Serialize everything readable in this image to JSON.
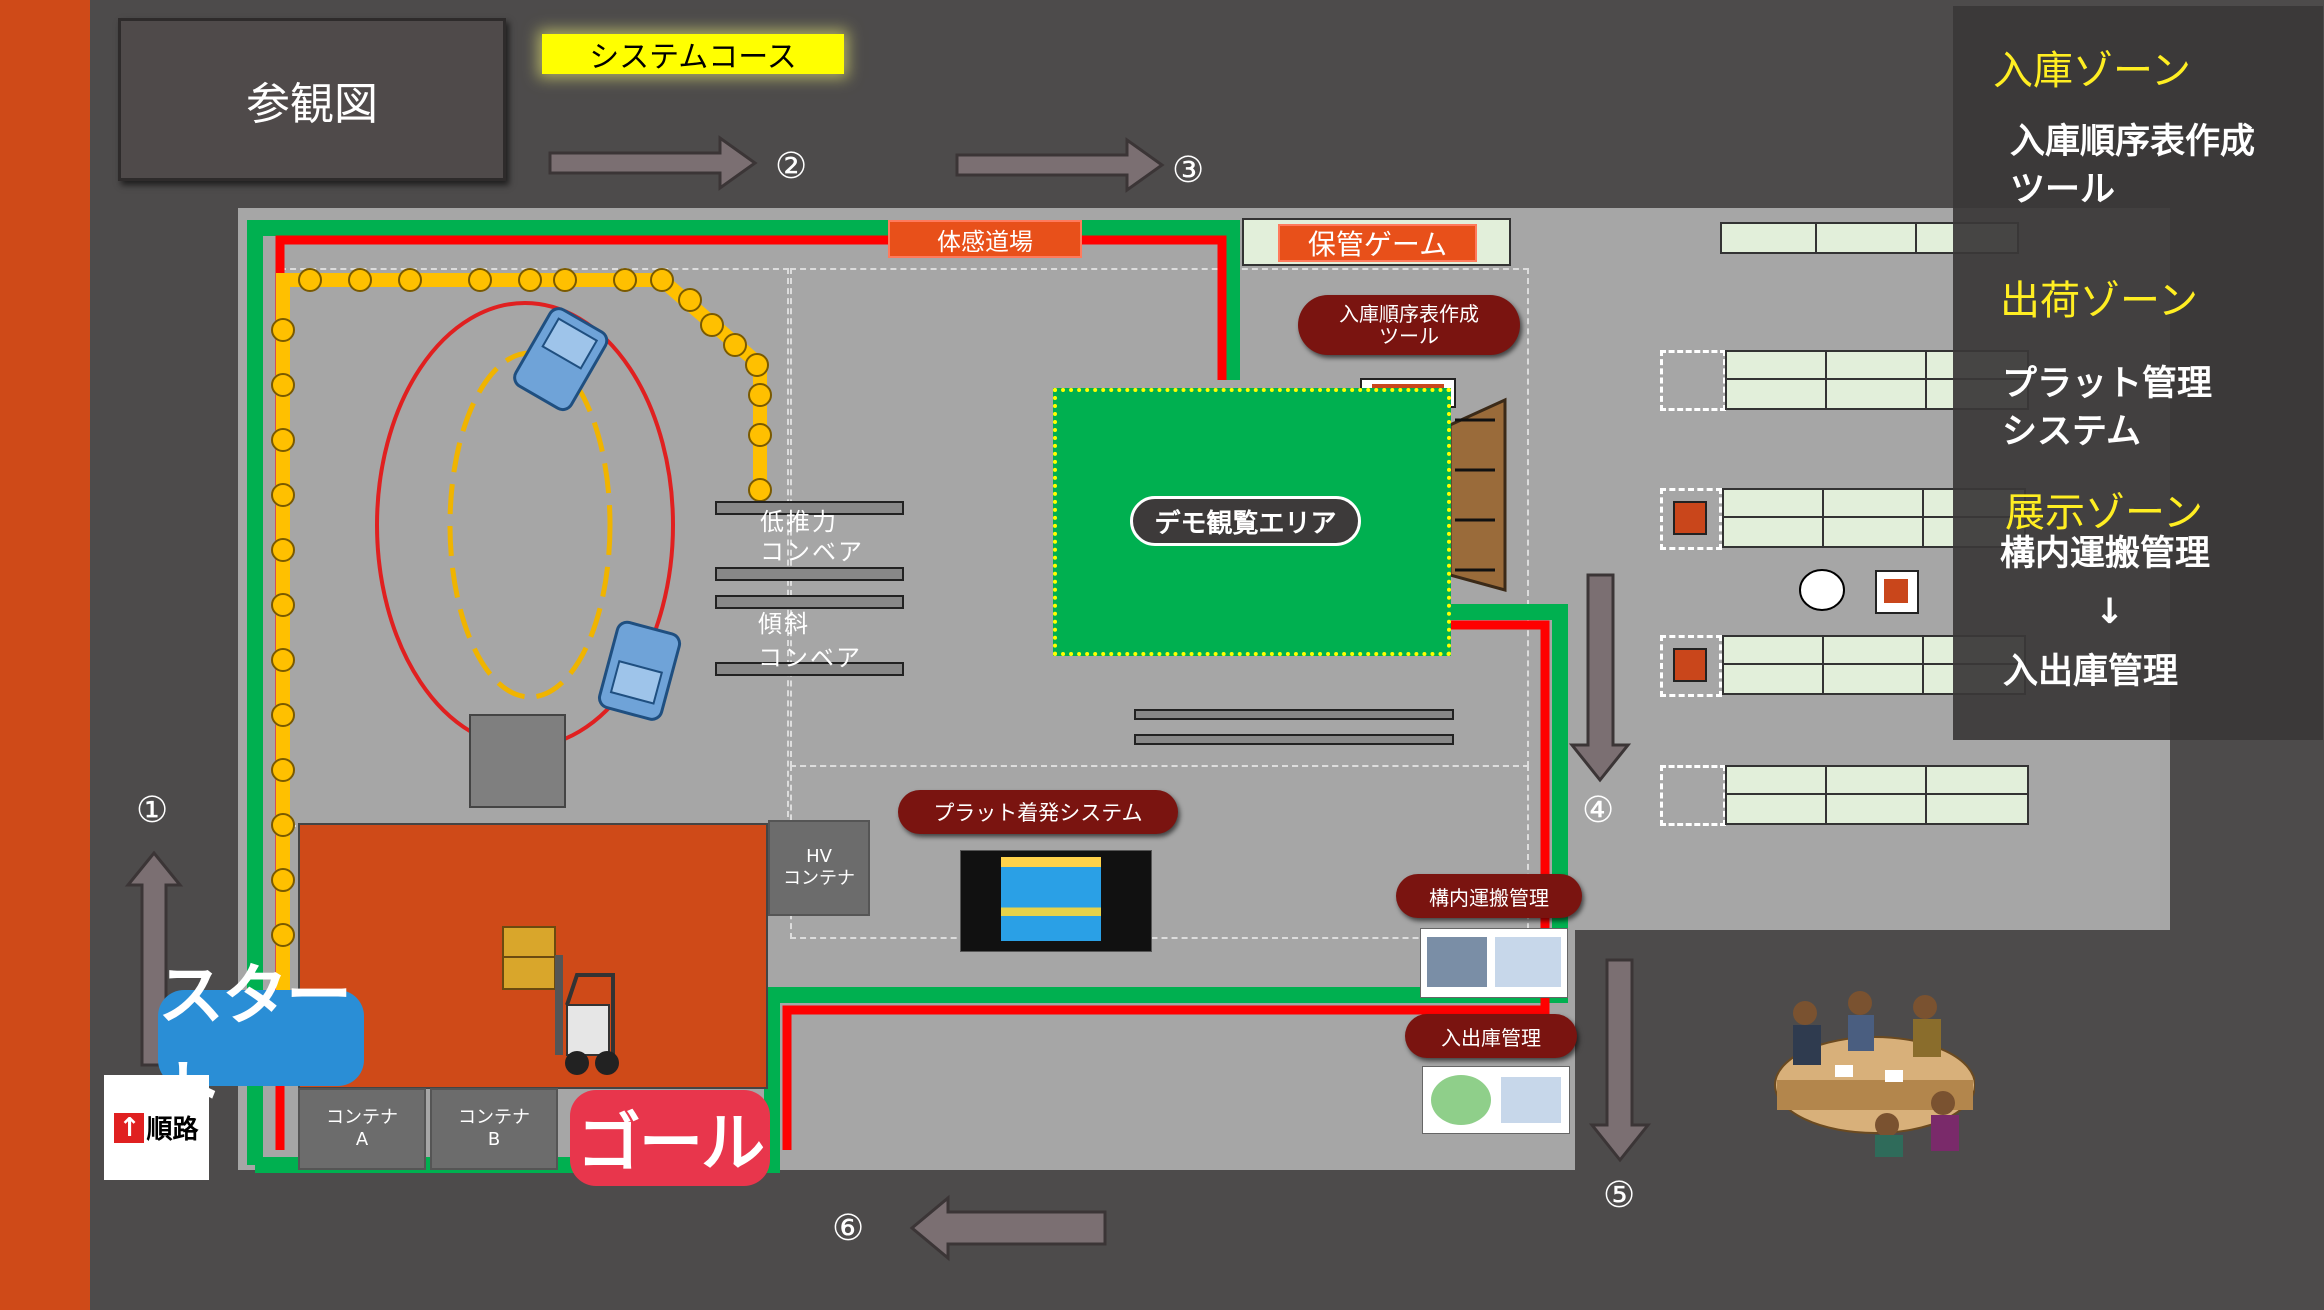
{
  "title": "参観図",
  "course_label": "システムコース",
  "steps": [
    "①",
    "②",
    "③",
    "④",
    "⑤",
    "⑥"
  ],
  "zones": {
    "inbound_title": "入庫ゾーン",
    "inbound_item_1": "入庫順序表作成",
    "inbound_item_2": "ツール",
    "outbound_title": "出荷ゾーン",
    "outbound_item_1": "プラット管理",
    "outbound_item_2": "システム",
    "display_title": "展示ゾーン",
    "display_item_1": "構内運搬管理",
    "display_arrow": "↓",
    "display_item_2": "入出庫管理"
  },
  "floor": {
    "taikan": "体感道場",
    "hokan_game": "保管ゲーム",
    "nyuko_tool_1": "入庫順序表作成",
    "nyuko_tool_2": "ツール",
    "demo_area": "デモ観覧エリア",
    "low_thrust_1": "低推力",
    "low_thrust_2": "コンベア",
    "incline_1": "傾斜",
    "incline_2": "コンベア",
    "plat_system": "プラット着発システム",
    "hv_1": "HV",
    "hv_2": "コンテナ",
    "kounai": "構内運搬管理",
    "nyushukko": "入出庫管理",
    "container_a_1": "コンテナ",
    "container_a_2": "A",
    "container_b_1": "コンテナ",
    "container_b_2": "B"
  },
  "start_label": "スタート",
  "goal_label": "ゴール",
  "route_legend": "順路",
  "colors": {
    "background": "#4d4b4b",
    "floor": "#a6a6a6",
    "left_bar": "#cf4a18",
    "route_red": "#ff0000",
    "route_green": "#00b050",
    "demo_area": "#00b050",
    "conveyor_yellow": "#ffc000",
    "zone_title": "#ffee22"
  }
}
